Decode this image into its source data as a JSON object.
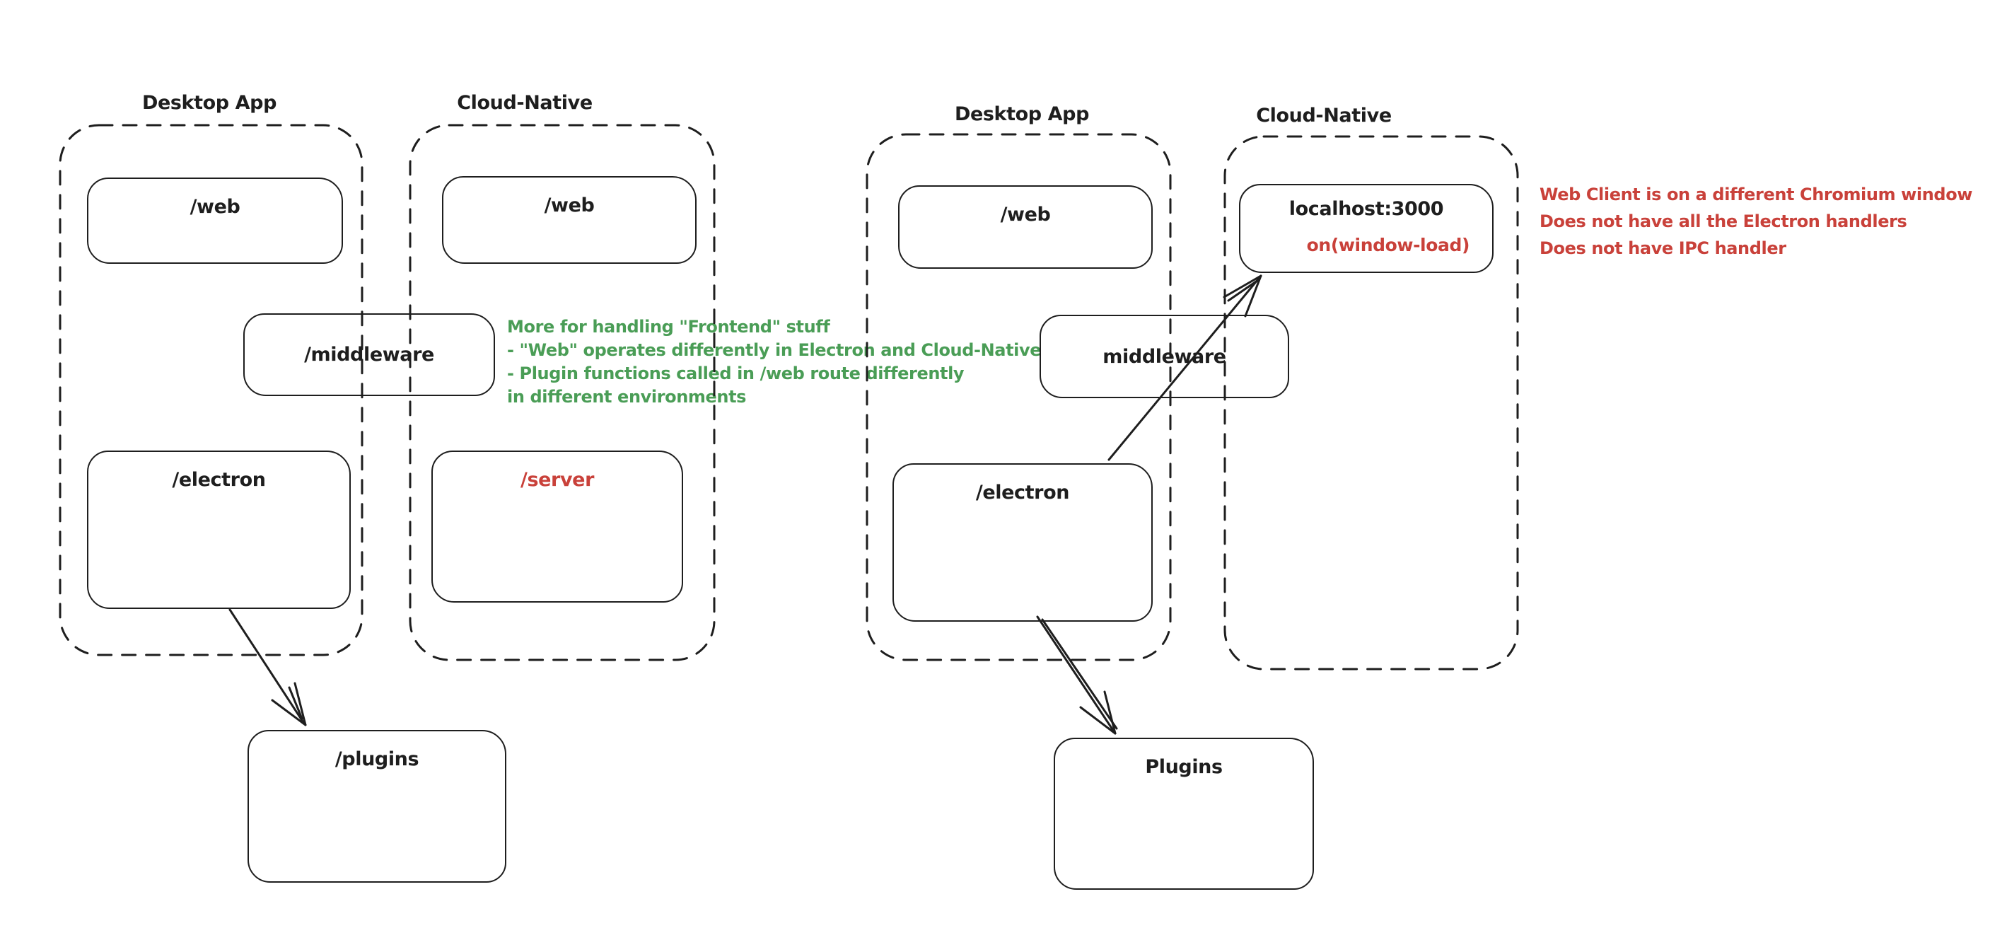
{
  "colors": {
    "ink": "#1e1e1e",
    "red": "#c9413a",
    "green": "#4a9d56",
    "background": "#ffffff"
  },
  "left": {
    "desktop_label": "Desktop App",
    "cloud_label": "Cloud-Native",
    "web_desktop_label": "/web",
    "web_cloud_label": "/web",
    "middleware_label": "/middleware",
    "electron_label": "/electron",
    "server_label": "/server",
    "plugins_label": "/plugins",
    "green_note_lines": [
      "More for handling \"Frontend\" stuff",
      "- \"Web\" operates differently in Electron and Cloud-Native",
      "- Plugin functions called in /web route differently",
      "in different environments"
    ]
  },
  "right": {
    "desktop_label": "Desktop App",
    "cloud_label": "Cloud-Native",
    "web_label": "/web",
    "localhost_label": "localhost:3000",
    "localhost_event_label": "on(window-load)",
    "middleware_label": "middleware",
    "electron_label": "/electron",
    "plugins_label": "Plugins",
    "red_note_lines": [
      "Web Client is on a different Chromium window",
      "Does not have all the Electron handlers",
      "Does not have IPC handler"
    ]
  }
}
